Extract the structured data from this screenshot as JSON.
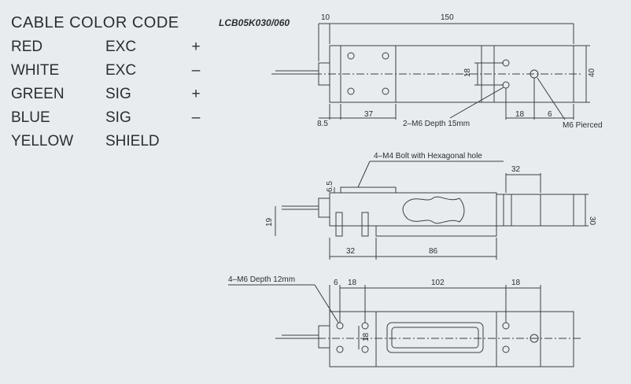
{
  "legend": {
    "title": "CABLE COLOR CODE",
    "rows": [
      {
        "color": "RED",
        "function": "EXC",
        "sign": "+"
      },
      {
        "color": "WHITE",
        "function": "EXC",
        "sign": "–"
      },
      {
        "color": "GREEN",
        "function": "SIG",
        "sign": "+"
      },
      {
        "color": "BLUE",
        "function": "SIG",
        "sign": "–"
      },
      {
        "color": "YELLOW",
        "function": "SHIELD",
        "sign": ""
      }
    ]
  },
  "model": "LCB05K030/060",
  "top_view": {
    "dim_10": "10",
    "dim_150": "150",
    "dim_18": "18",
    "dim_40": "40",
    "dim_8_5": "8.5",
    "dim_37": "37",
    "dim_18b": "18",
    "dim_6": "6",
    "note_tap": "2–M6 Depth 15mm",
    "note_pierced": "M6 Pierced"
  },
  "side_view": {
    "note_bolt": "4–M4 Bolt with Hexagonal hole",
    "dim_32_top": "32",
    "dim_6_5": "6.5",
    "dim_19": "19",
    "dim_30": "30",
    "dim_32_bottom": "32",
    "dim_86": "86"
  },
  "bottom_view": {
    "note_tap": "4–M6 Depth 12mm",
    "dim_6": "6",
    "dim_18": "18",
    "dim_102": "102",
    "dim_18_right": "18",
    "dim_18_vert": "18"
  }
}
